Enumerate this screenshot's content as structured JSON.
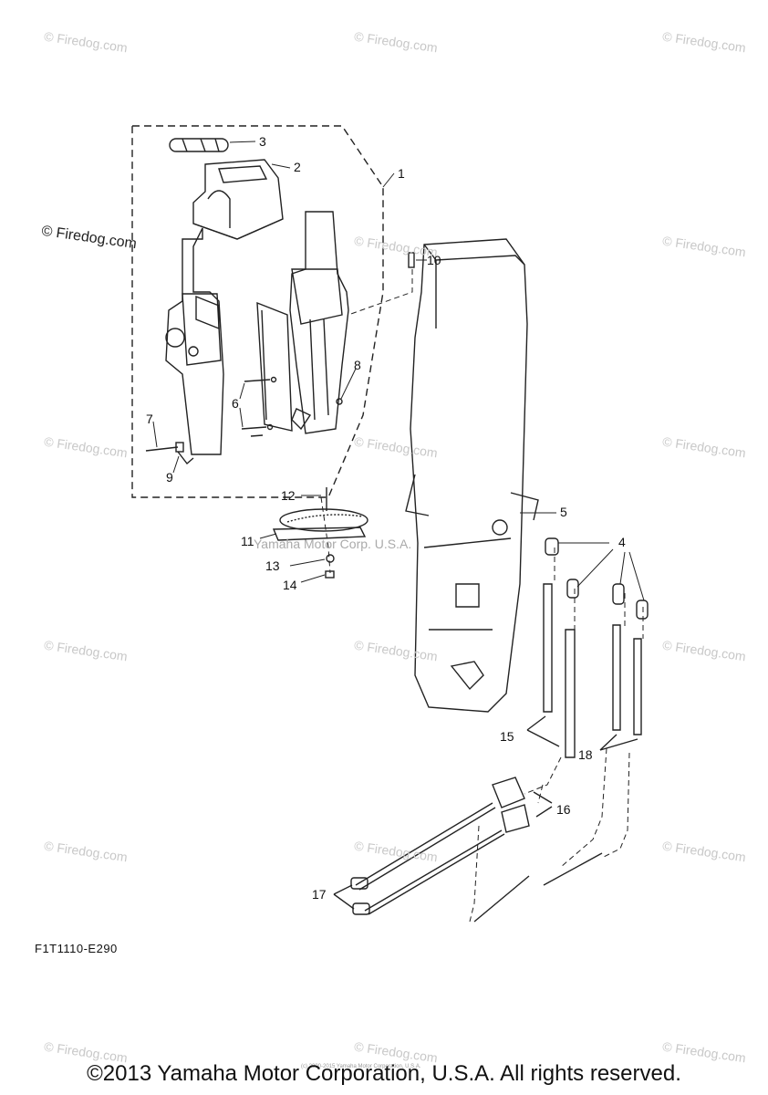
{
  "watermark": {
    "text": "© Firedog.com",
    "left_text": "© Firedog.com"
  },
  "ghost_text": "Yamaha Motor Corp. U.S.A.",
  "callouts": [
    "1",
    "2",
    "3",
    "4",
    "5",
    "6",
    "7",
    "8",
    "9",
    "10",
    "11",
    "12",
    "13",
    "14",
    "15",
    "16",
    "17",
    "18"
  ],
  "figure_code": "F1T1110-E290",
  "tiny_notice": "(c) 2000-2015 Yamaha Motor Corporation, U.S.A.",
  "footer": "©2013 Yamaha Motor Corporation, U.S.A. All rights reserved.",
  "colors": {
    "ink": "#222222",
    "watermark": "#c8c8c8",
    "background": "#ffffff"
  }
}
